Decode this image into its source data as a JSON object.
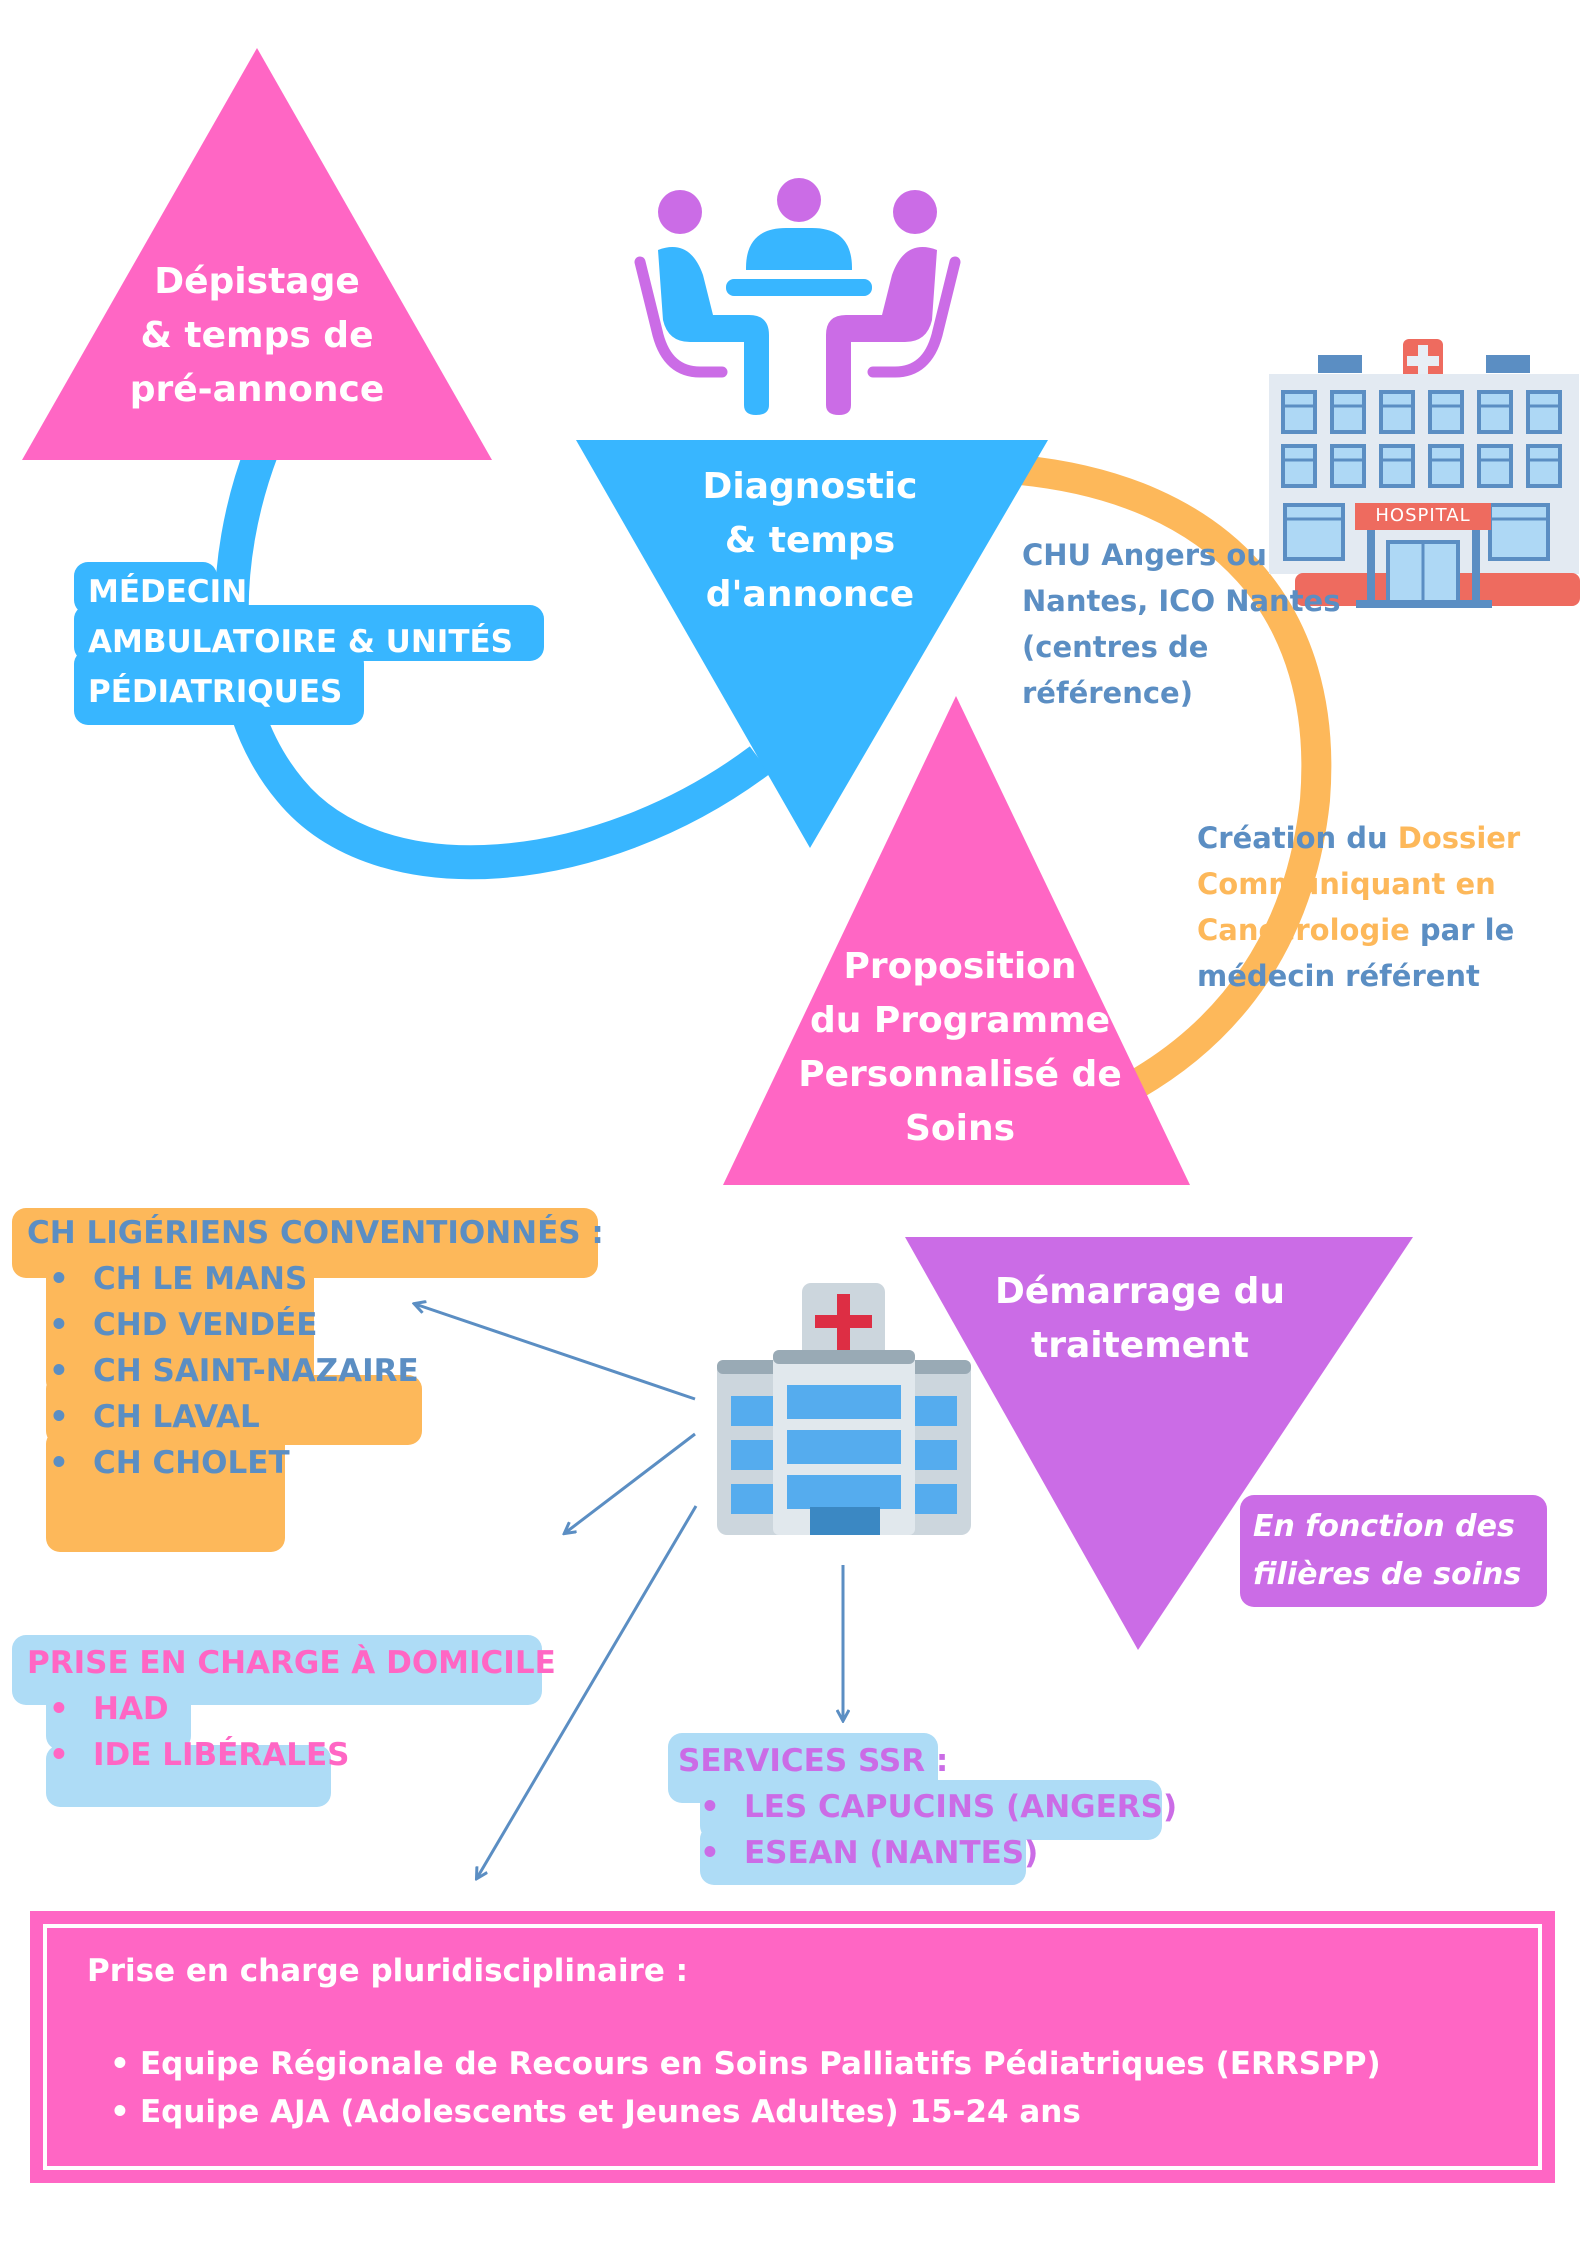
{
  "colors": {
    "pink": "#ff66c4",
    "blue": "#38b6ff",
    "orange": "#fdb85a",
    "purple": "#cb6ce6",
    "navy_text": "#5b8ec3",
    "light_blue_bubble": "#aedcf6",
    "white": "#ffffff"
  },
  "steps": {
    "depistage": [
      "Dépistage",
      "& temps de",
      "pré-annonce"
    ],
    "diagnostic": [
      "Diagnostic",
      "& temps",
      "d'annonce"
    ],
    "proposition": [
      "Proposition",
      "du Programme",
      "Personnalisé de",
      "Soins"
    ],
    "demarrage": [
      "Démarrage du",
      "traitement"
    ]
  },
  "labels": {
    "medecine": [
      "MÉDECINE",
      "AMBULATOIRE & UNITÉS",
      "PÉDIATRIQUES"
    ],
    "chu": [
      "CHU Angers ou",
      "Nantes,  ICO Nantes",
      "(centres de",
      "référence)"
    ],
    "creation": {
      "line1_a": "Création du ",
      "line1_b": "Dossier",
      "line2": "Communiquant en",
      "line3_a": "Cancérologie",
      "line3_b": " par le",
      "line4": "médecin référent"
    },
    "filieres": [
      "En fonction des",
      "filières de soins"
    ]
  },
  "icons": {
    "meeting": "meeting-icon",
    "hospital_top": "hospital-building-icon",
    "hospital_sign": "HOSPITAL",
    "hospital_mid": "hospital-icon"
  },
  "ch_ligeriens": {
    "title": "CH LIGÉRIENS CONVENTIONNÉS :",
    "items": [
      "CH LE MANS",
      "CHD VENDÉE",
      "CH SAINT-NAZAIRE",
      "CH LAVAL",
      "CH CHOLET"
    ]
  },
  "domicile": {
    "title": "PRISE EN CHARGE À DOMICILE",
    "items": [
      "HAD",
      "IDE LIBÉRALES"
    ]
  },
  "ssr": {
    "title": "SERVICES SSR :",
    "items": [
      "LES CAPUCINS (ANGERS)",
      "ESEAN (NANTES)"
    ]
  },
  "pluri": {
    "title": "Prise en charge pluridisciplinaire :",
    "items": [
      "Equipe Régionale de Recours en Soins Palliatifs Pédiatriques (ERRSPP)",
      "Equipe AJA (Adolescents et Jeunes Adultes) 15-24 ans"
    ]
  },
  "bullet": "•"
}
